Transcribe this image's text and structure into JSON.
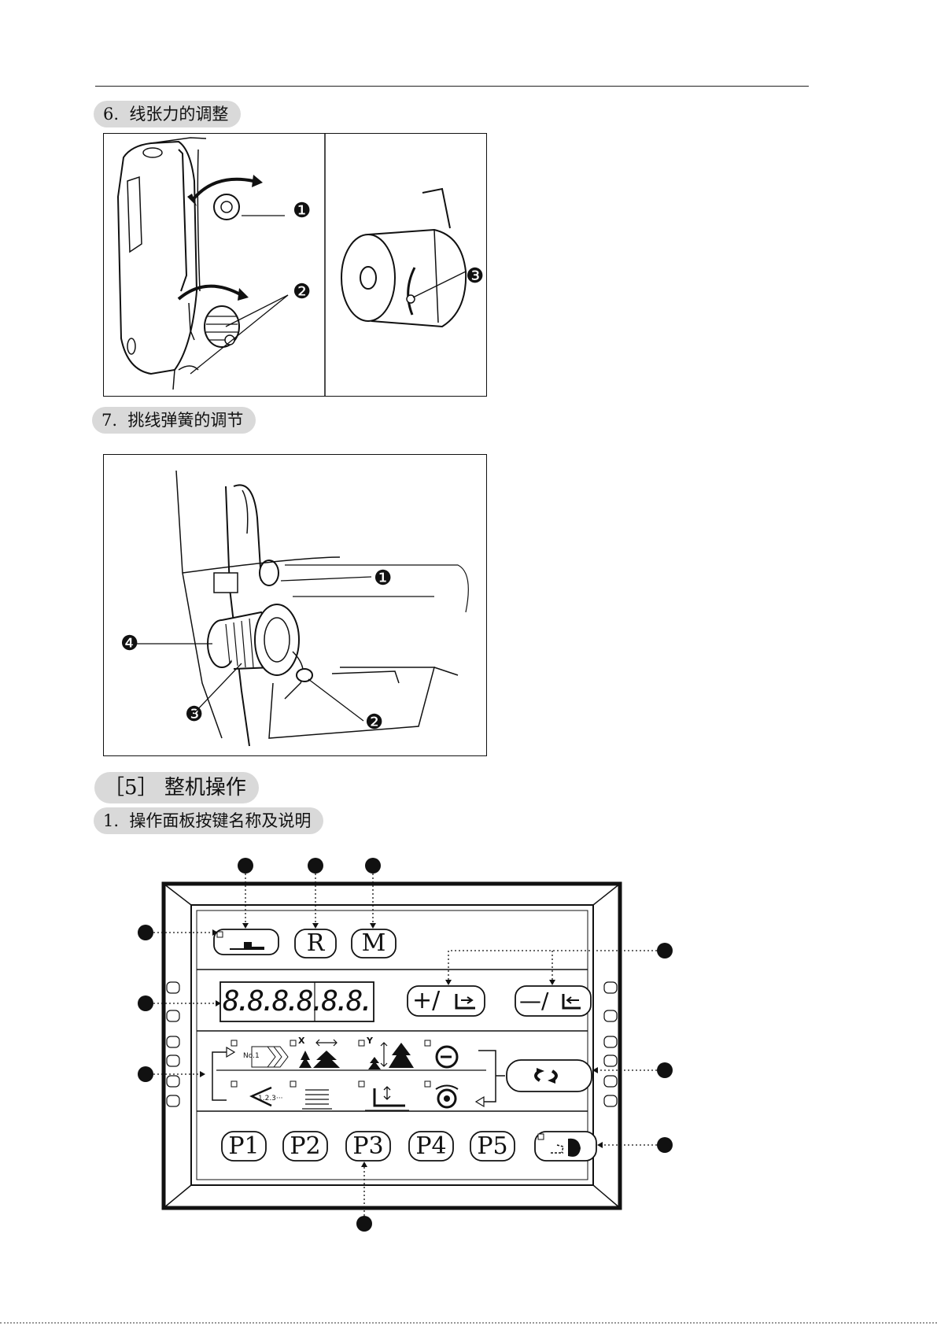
{
  "sections": {
    "s6": {
      "number": "6.",
      "title": "线张力的调整"
    },
    "s7": {
      "number": "7.",
      "title": "挑线弹簧的调节"
    },
    "s5": {
      "number": "［5］",
      "title": "整机操作"
    },
    "s1": {
      "number": "1.",
      "title": "操作面板按键名称及说明"
    }
  },
  "figure6": {
    "left_callouts": [
      "❶",
      "❷"
    ],
    "right_callouts": [
      "❸"
    ]
  },
  "figure7": {
    "callouts": [
      "❶",
      "❷",
      "❸",
      "❹"
    ]
  },
  "panel": {
    "top_keys": [
      "R",
      "M"
    ],
    "display_digits": "8.8.8.8.8.8.",
    "plus_key": "+/",
    "minus_key": "—/",
    "cycle_labels": [
      "No.1",
      "1.2.3···"
    ],
    "axis_labels": [
      "X",
      "Y"
    ],
    "program_keys": [
      "P1",
      "P2",
      "P3",
      "P4",
      "P5"
    ]
  },
  "colors": {
    "pill": "#d9d9d9",
    "ink": "#111111",
    "panel_inner": "#ffffff"
  }
}
